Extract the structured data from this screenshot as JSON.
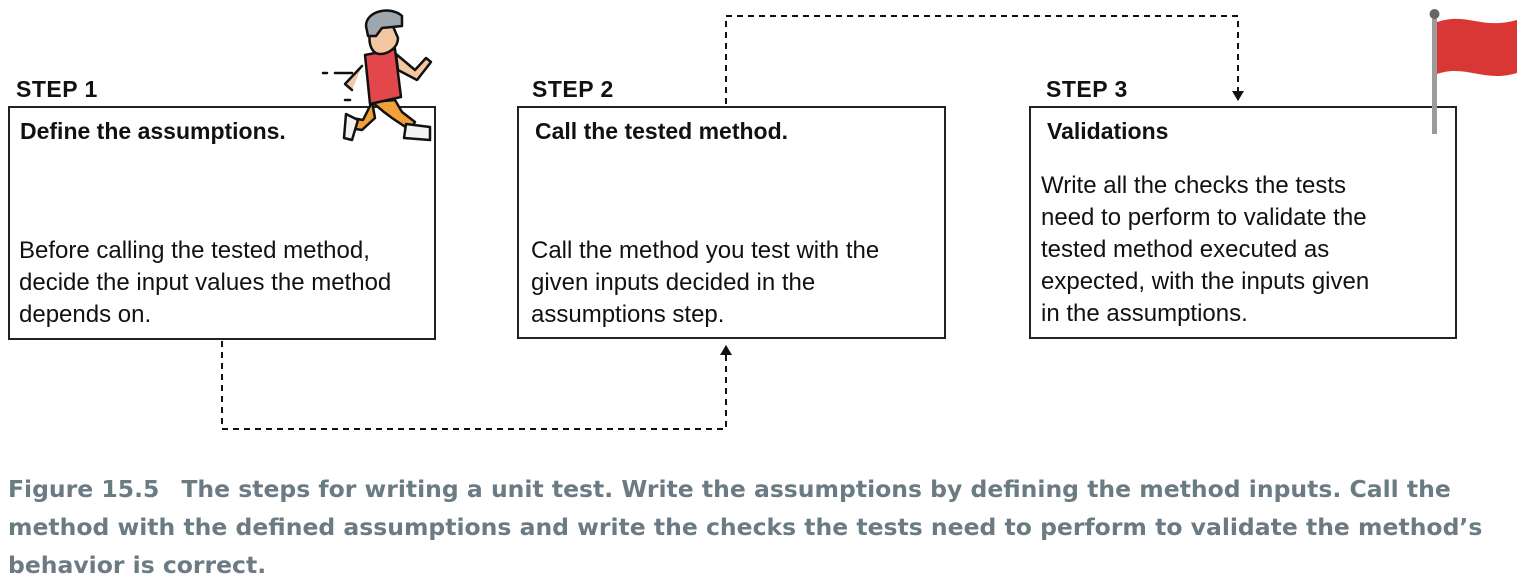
{
  "steps": [
    {
      "label": "STEP 1",
      "title": "Define the assumptions.",
      "text": "Before calling the tested method,\ndecide the input values the method\ndepends on."
    },
    {
      "label": "STEP 2",
      "title": "Call the tested method.",
      "text": "Call the method you test with the\ngiven inputs decided in the\nassumptions step."
    },
    {
      "label": "STEP 3",
      "title": "Validations",
      "text": "Write all the checks the tests\nneed to perform to validate the\ntested method executed as\nexpected, with the inputs given\nin the assumptions."
    }
  ],
  "caption": {
    "figure_number": "Figure 15.5",
    "text": "The steps for writing a unit test. Write the assumptions by defining the method inputs. Call the method with the defined assumptions and write the checks the tests need to perform to validate the method’s behavior is correct."
  },
  "icons": {
    "runner": "running-person-icon",
    "flag": "red-flag-icon"
  },
  "colors": {
    "flag": "#d93636",
    "runner_shirt": "#e2474b",
    "runner_pants": "#f0a13a",
    "caption": "#6b7b83"
  }
}
